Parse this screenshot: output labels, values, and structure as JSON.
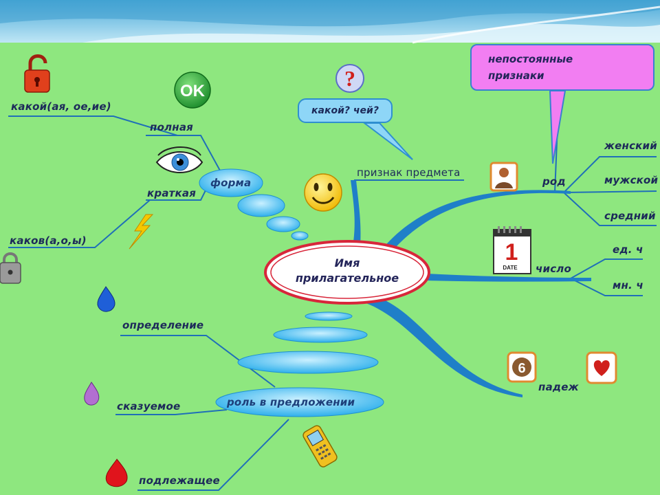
{
  "center": {
    "line1": "Имя",
    "line2": "прилагательное"
  },
  "question_bubble": {
    "text": "какой? чей?"
  },
  "feature_bubble": {
    "line1": "непостоянные",
    "line2": "признаки"
  },
  "icons": {
    "ok_badge": "OK",
    "question_mark": "?",
    "calendar_number": "1",
    "calendar_word": "DATE",
    "dice_number": "6"
  },
  "labels": {
    "forma": "форма",
    "full": "полная",
    "full_endings": "какой(ая, ое,ие)",
    "short": "краткая",
    "short_endings": "каков(а,о,ы)",
    "sign": "признак предмета",
    "rod": "род",
    "fem": "женский",
    "masc": "мужской",
    "neut": "средний",
    "number": "число",
    "sing": "ед. ч",
    "plur": "мн. ч",
    "case": "падеж",
    "role": "роль в предложении",
    "attribute": "определение",
    "predicate": "сказуемое",
    "subject": "подлежащее"
  },
  "colors": {
    "background": "#8ee77f",
    "sky": "#5fb8df",
    "line": "#1f6fb8",
    "ellipse": "#5ec6f4",
    "center_border": "#d8263a",
    "bubble_pink": "#f27ef2"
  }
}
